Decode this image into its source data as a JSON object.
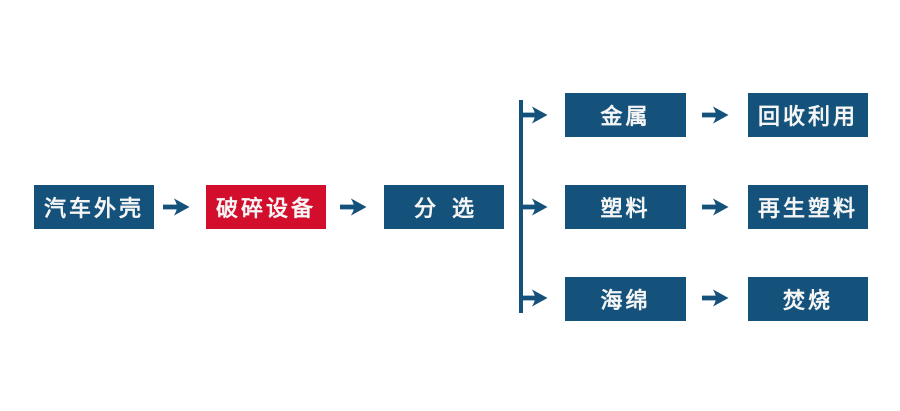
{
  "colors": {
    "node_blue": "#15527b",
    "node_red": "#d30e2c",
    "arrow_blue": "#15527b",
    "text": "#f5f5f5",
    "background": "#ffffff"
  },
  "icons": {
    "arrow_right": "→"
  },
  "flow": {
    "stage1": {
      "label": "汽车外壳"
    },
    "stage2": {
      "label": "破碎设备"
    },
    "stage3": {
      "label": "分选"
    },
    "branches": [
      {
        "material": "金属",
        "disposal": "回收利用"
      },
      {
        "material": "塑料",
        "disposal": "再生塑料"
      },
      {
        "material": "海绵",
        "disposal": "焚烧"
      }
    ]
  }
}
